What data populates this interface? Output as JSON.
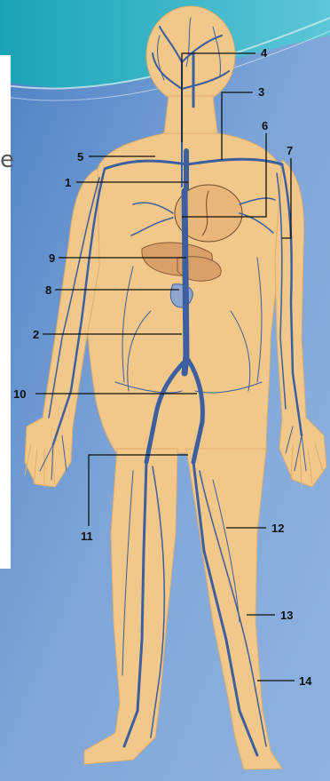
{
  "slide": {
    "background_color": "#7aa3d6",
    "panel_color": "#ffffff",
    "panel_text": "e"
  },
  "figure": {
    "skin_color": "#f2c78a",
    "vein_color": "#3b5f9f",
    "labels": [
      "1",
      "2",
      "3",
      "4",
      "5",
      "6",
      "7",
      "8",
      "9",
      "10",
      "11",
      "12",
      "13",
      "14"
    ]
  }
}
